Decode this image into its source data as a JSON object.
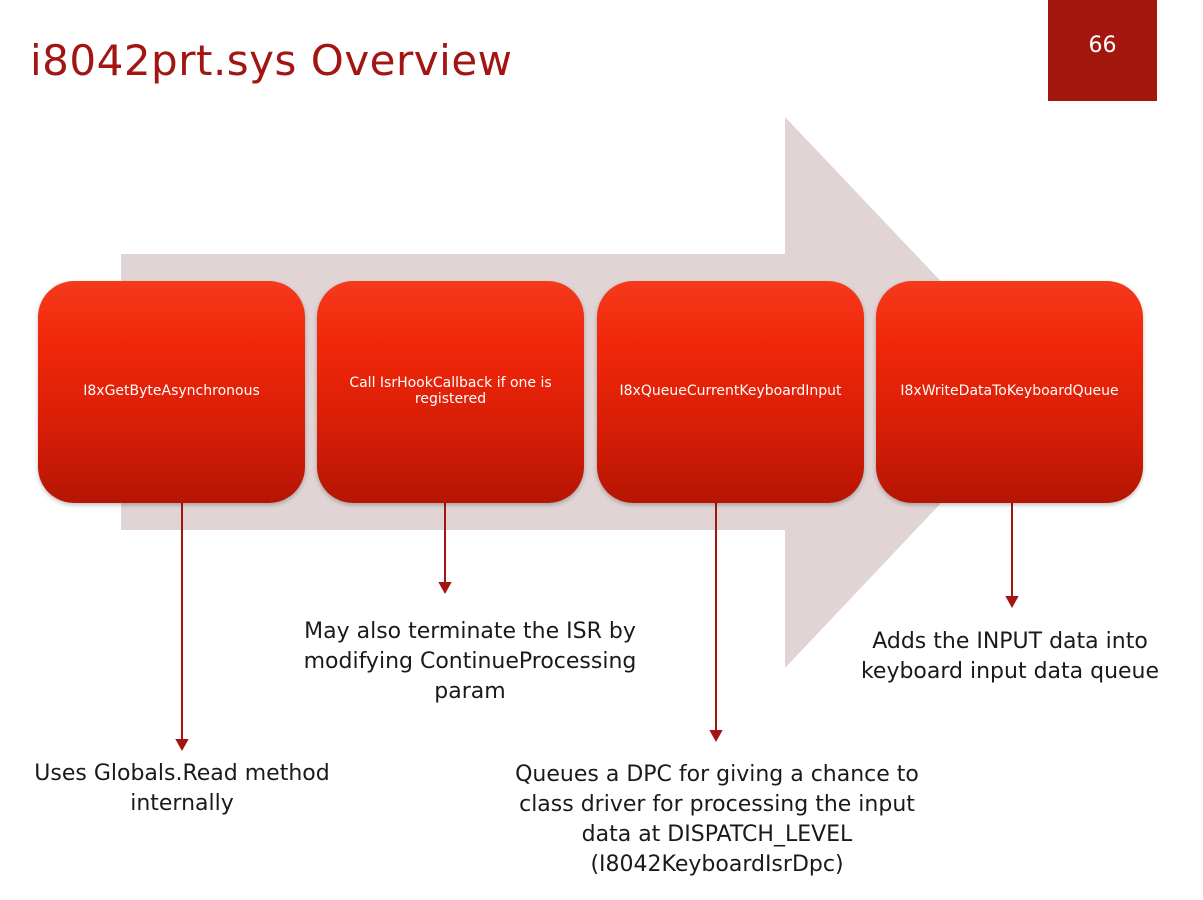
{
  "slide": {
    "title": "i8042prt.sys Overview",
    "page_number": "66"
  },
  "colors": {
    "accent": "#a4170f",
    "box": "#f2270a",
    "arrow_bg": "#e0d4d4",
    "connector": "#a31512"
  },
  "steps": [
    {
      "label": "I8xGetByteAsynchronous"
    },
    {
      "label": "Call IsrHookCallback if one is registered"
    },
    {
      "label": "I8xQueueCurrentKeyboardInput"
    },
    {
      "label": "I8xWriteDataToKeyboardQueue"
    }
  ],
  "notes": [
    {
      "text": "Uses Globals.Read method internally"
    },
    {
      "text": "May also terminate the ISR by modifying ContinueProcessing param"
    },
    {
      "text": "Queues a DPC for giving a chance to class driver for processing the input data at DISPATCH_LEVEL (I8042KeyboardIsrDpc)"
    },
    {
      "text": "Adds the INPUT data into keyboard input data queue"
    }
  ]
}
